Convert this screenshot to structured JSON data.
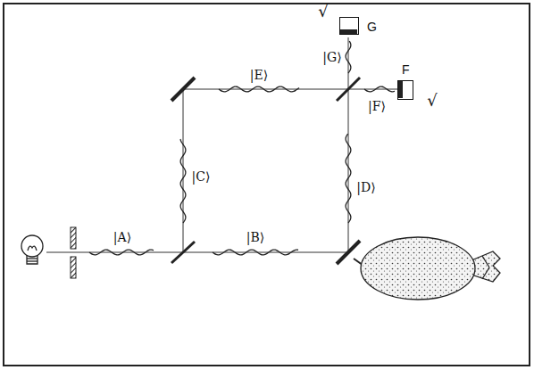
{
  "diagram": {
    "nodes": [
      {
        "text": [
          "G"
        ]
      },
      {
        "text": [
          "F"
        ]
      }
    ],
    "labels": [
      "√",
      "|G⟩",
      "|E⟩",
      "|F⟩",
      "√",
      "|C⟩",
      "|D⟩",
      "|A⟩",
      "|B⟩"
    ]
  }
}
